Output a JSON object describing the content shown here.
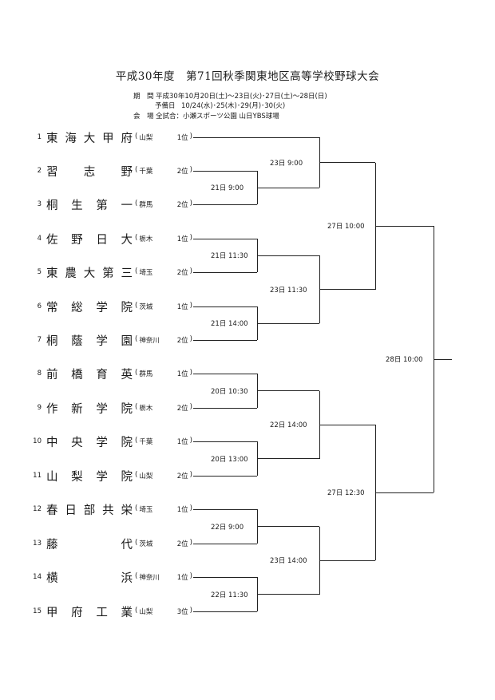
{
  "title": "平成30年度　第71回秋季関東地区高等学校野球大会",
  "info": {
    "period_label": "期　間",
    "period_value": "平成30年10月20日(土)～23日(火)･27日(土)～28日(日)",
    "reserve_label": "予備日",
    "reserve_value": "10/24(水)･25(木)･29(月)･30(火)",
    "venue_label": "会　場",
    "venue_value": "全試合：小瀬スポーツ公園 山日YBS球場"
  },
  "teams": [
    {
      "seed": "1",
      "name": "東海大甲府",
      "pref": "山梨",
      "rank": "1位"
    },
    {
      "seed": "2",
      "name": "習志野",
      "pref": "千葉",
      "rank": "2位"
    },
    {
      "seed": "3",
      "name": "桐生第一",
      "pref": "群馬",
      "rank": "2位"
    },
    {
      "seed": "4",
      "name": "佐野日大",
      "pref": "栃木",
      "rank": "1位"
    },
    {
      "seed": "5",
      "name": "東農大第三",
      "pref": "埼玉",
      "rank": "2位"
    },
    {
      "seed": "6",
      "name": "常総学院",
      "pref": "茨城",
      "rank": "1位"
    },
    {
      "seed": "7",
      "name": "桐蔭学園",
      "pref": "神奈川",
      "rank": "2位"
    },
    {
      "seed": "8",
      "name": "前橋育英",
      "pref": "群馬",
      "rank": "1位"
    },
    {
      "seed": "9",
      "name": "作新学院",
      "pref": "栃木",
      "rank": "2位"
    },
    {
      "seed": "10",
      "name": "中央学院",
      "pref": "千葉",
      "rank": "1位"
    },
    {
      "seed": "11",
      "name": "山梨学院",
      "pref": "山梨",
      "rank": "2位"
    },
    {
      "seed": "12",
      "name": "春日部共栄",
      "pref": "埼玉",
      "rank": "1位"
    },
    {
      "seed": "13",
      "name": "藤代",
      "pref": "茨城",
      "rank": "2位"
    },
    {
      "seed": "14",
      "name": "横浜",
      "pref": "神奈川",
      "rank": "1位"
    },
    {
      "seed": "15",
      "name": "甲府工業",
      "pref": "山梨",
      "rank": "3位"
    }
  ],
  "matches": {
    "r1_a": "21日 9:00",
    "r1_b": "21日 11:30",
    "r1_c": "21日 14:00",
    "r1_d": "20日 10:30",
    "r1_e": "20日 13:00",
    "r1_f": "22日 9:00",
    "r1_g": "22日 11:30",
    "r2_a": "23日 9:00",
    "r2_b": "23日 11:30",
    "r2_c": "22日 14:00",
    "r2_d": "23日 14:00",
    "sf_a": "27日 10:00",
    "sf_b": "27日 12:30",
    "final": "28日 10:00"
  }
}
